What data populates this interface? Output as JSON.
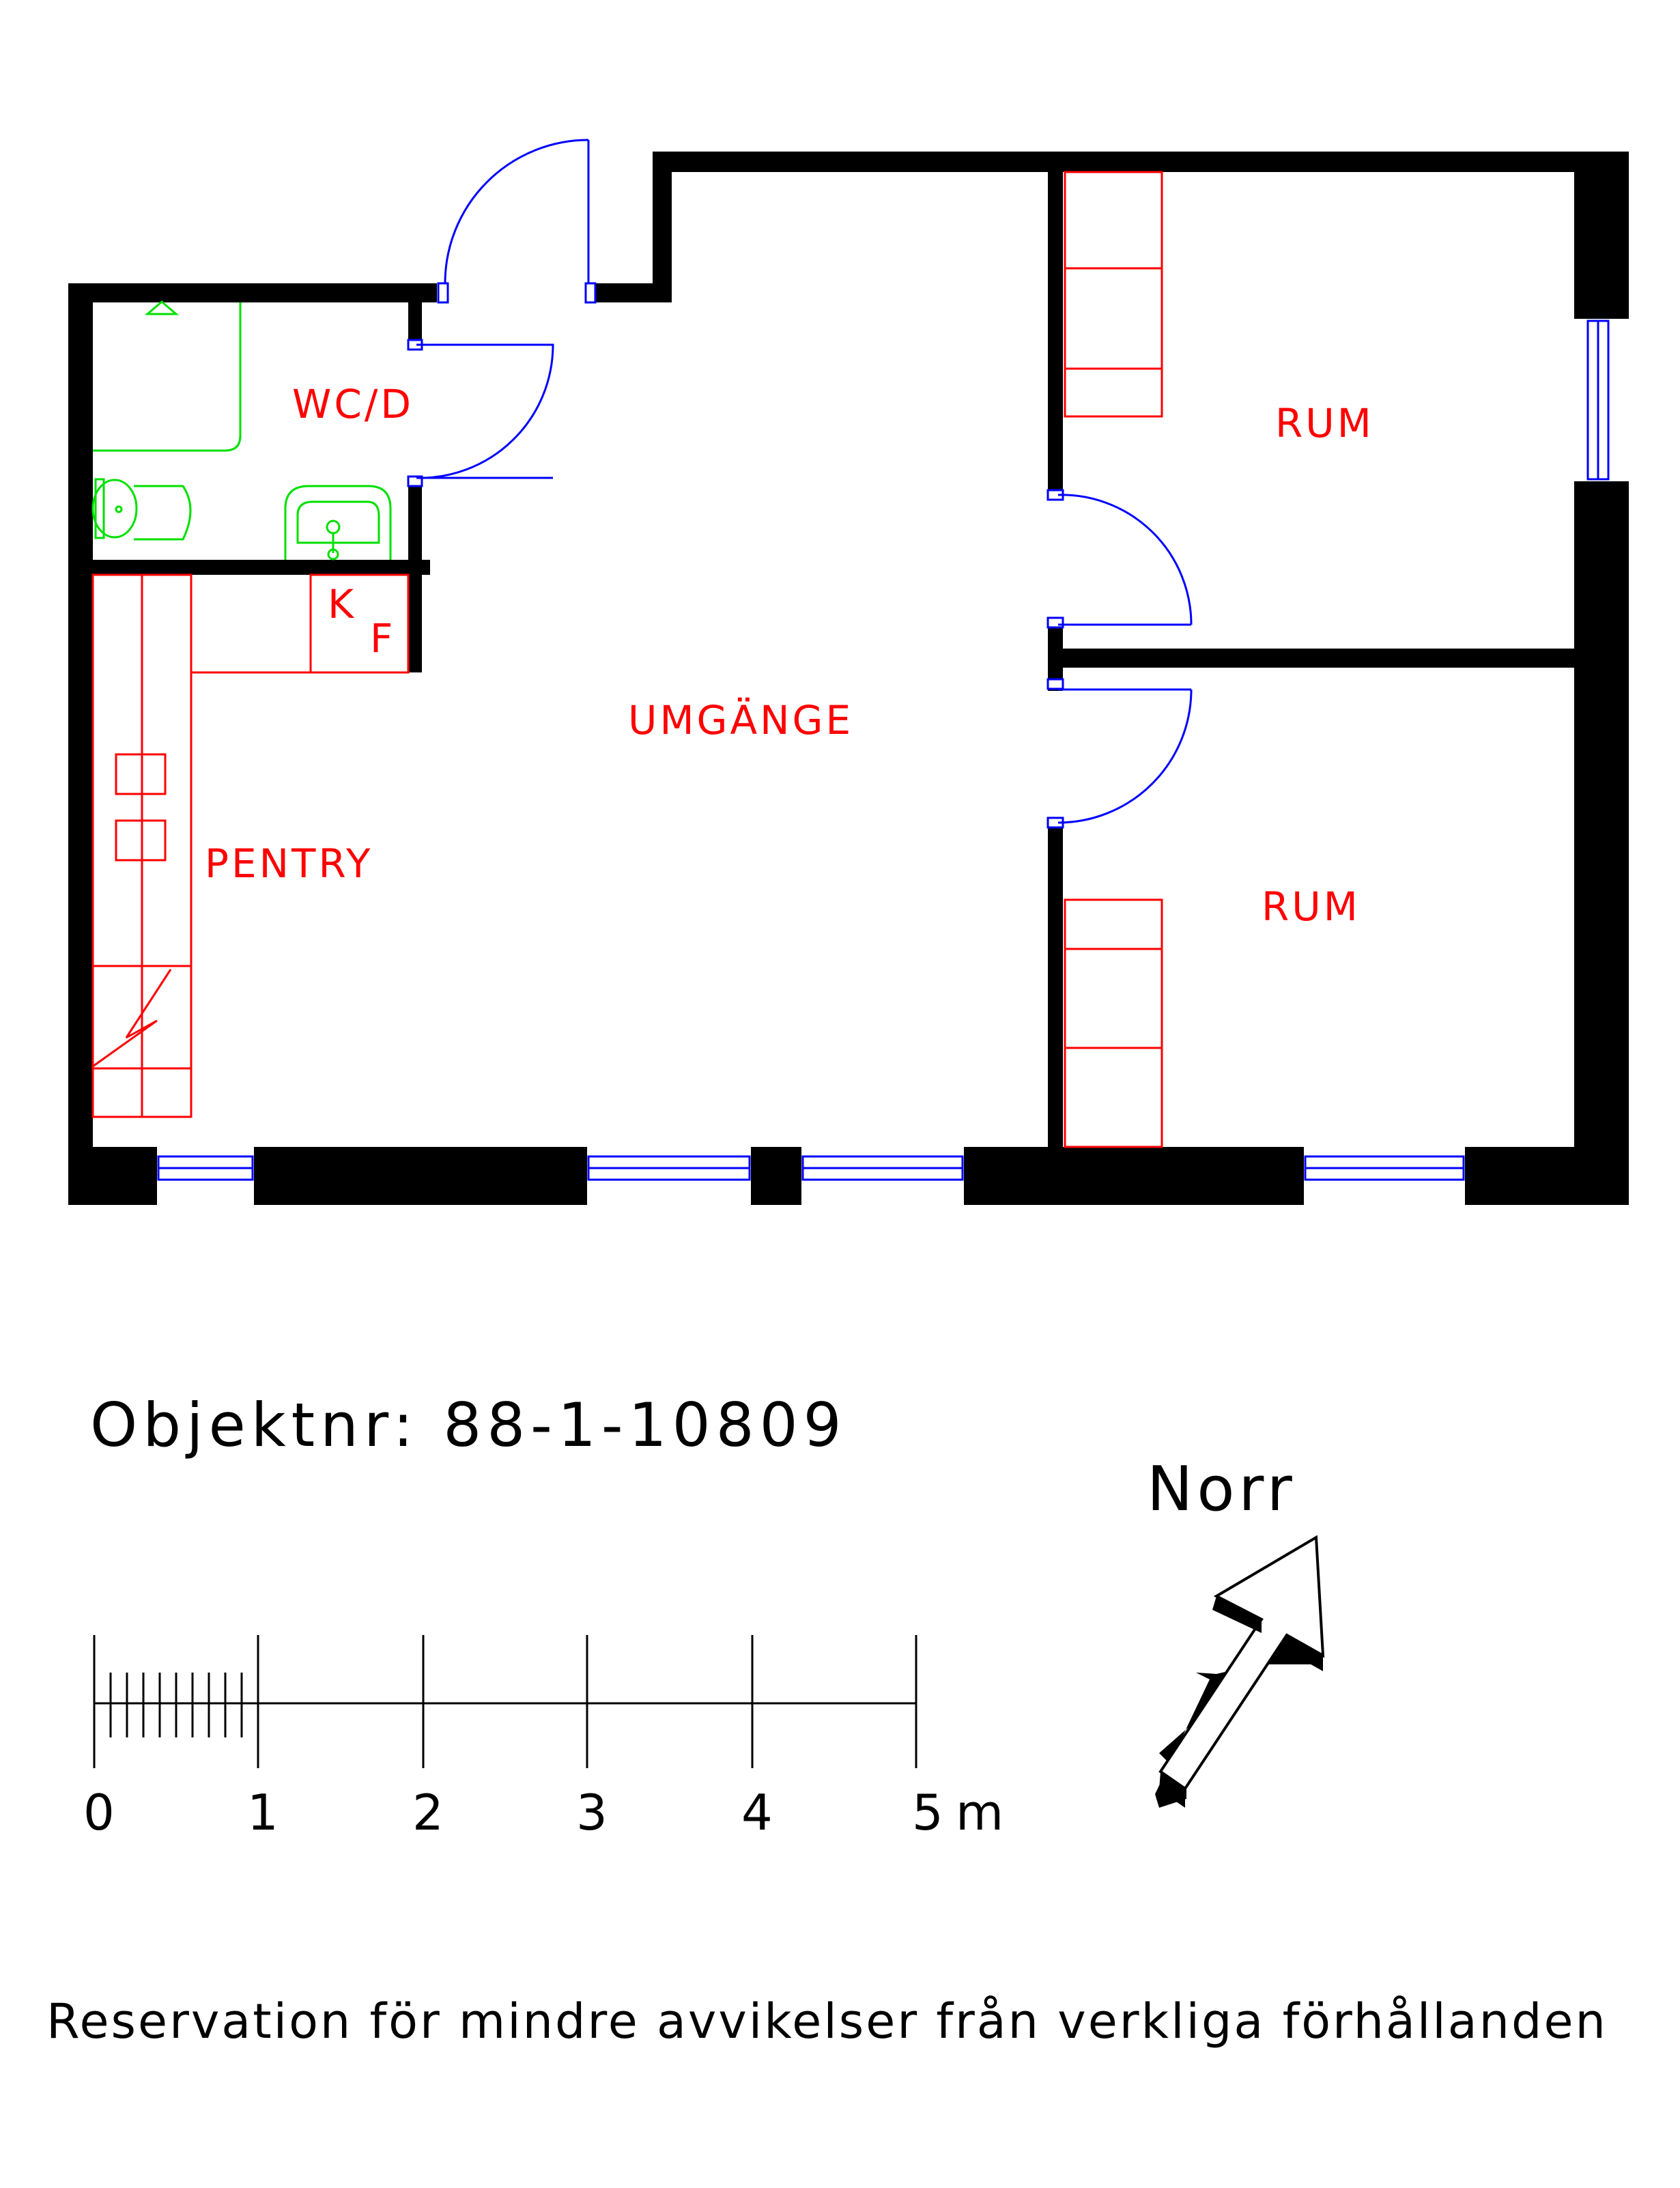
{
  "plan": {
    "rooms": {
      "wc": "WC/D",
      "k": "K",
      "f": "F",
      "umgange": "UMGÄNGE",
      "pentry": "PENTRY",
      "rum1": "RUM",
      "rum2": "RUM"
    }
  },
  "info": {
    "object_number": "Objektnr: 88-1-10809",
    "north_label": "Norr",
    "disclaimer": "Reservation för mindre avvikelser från verkliga förhållanden"
  },
  "scale_bar": {
    "ticks": [
      "0",
      "1",
      "2",
      "3",
      "4",
      "5"
    ],
    "unit": "m"
  },
  "colors": {
    "walls": "#000000",
    "room_labels": "#ff0000",
    "doors_windows": "#0000ff",
    "sanitary": "#00e000"
  }
}
